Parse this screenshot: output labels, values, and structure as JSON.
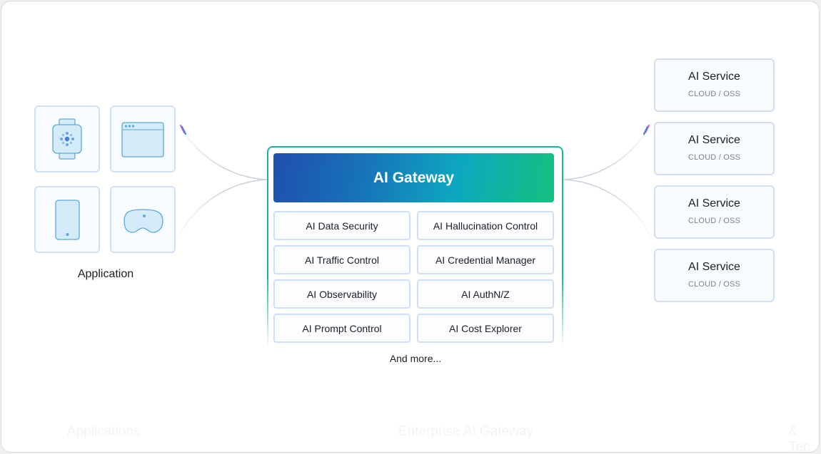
{
  "application": {
    "label": "Application",
    "devices": [
      {
        "icon": "smartwatch-icon"
      },
      {
        "icon": "browser-window-icon"
      },
      {
        "icon": "smartphone-icon"
      },
      {
        "icon": "vr-headset-icon"
      }
    ]
  },
  "gateway": {
    "title": "AI Gateway",
    "capabilities": [
      "AI Data Security",
      "AI Hallucination Control",
      "AI Traffic Control",
      "AI Credential Manager",
      "AI Observability",
      "AI AuthN/Z",
      "AI Prompt Control",
      "AI Cost Explorer"
    ],
    "more": "And more..."
  },
  "services": [
    {
      "name": "AI Service",
      "sub": "CLOUD / OSS"
    },
    {
      "name": "AI Service",
      "sub": "CLOUD / OSS"
    },
    {
      "name": "AI Service",
      "sub": "CLOUD / OSS"
    },
    {
      "name": "AI Service",
      "sub": "CLOUD / OSS"
    }
  ],
  "faded_captions": [
    "Applications",
    "Enterprise AI Gateway",
    "& Tec"
  ],
  "colors": {
    "gateway_gradient": [
      "#1f4fae",
      "#0ea7c0",
      "#16c07e"
    ],
    "panel_border": "#1bb59a",
    "tile_border": "#cfe0f6",
    "icon_stroke": "#5aa9d6",
    "icon_fill": "#d4ecf9"
  }
}
